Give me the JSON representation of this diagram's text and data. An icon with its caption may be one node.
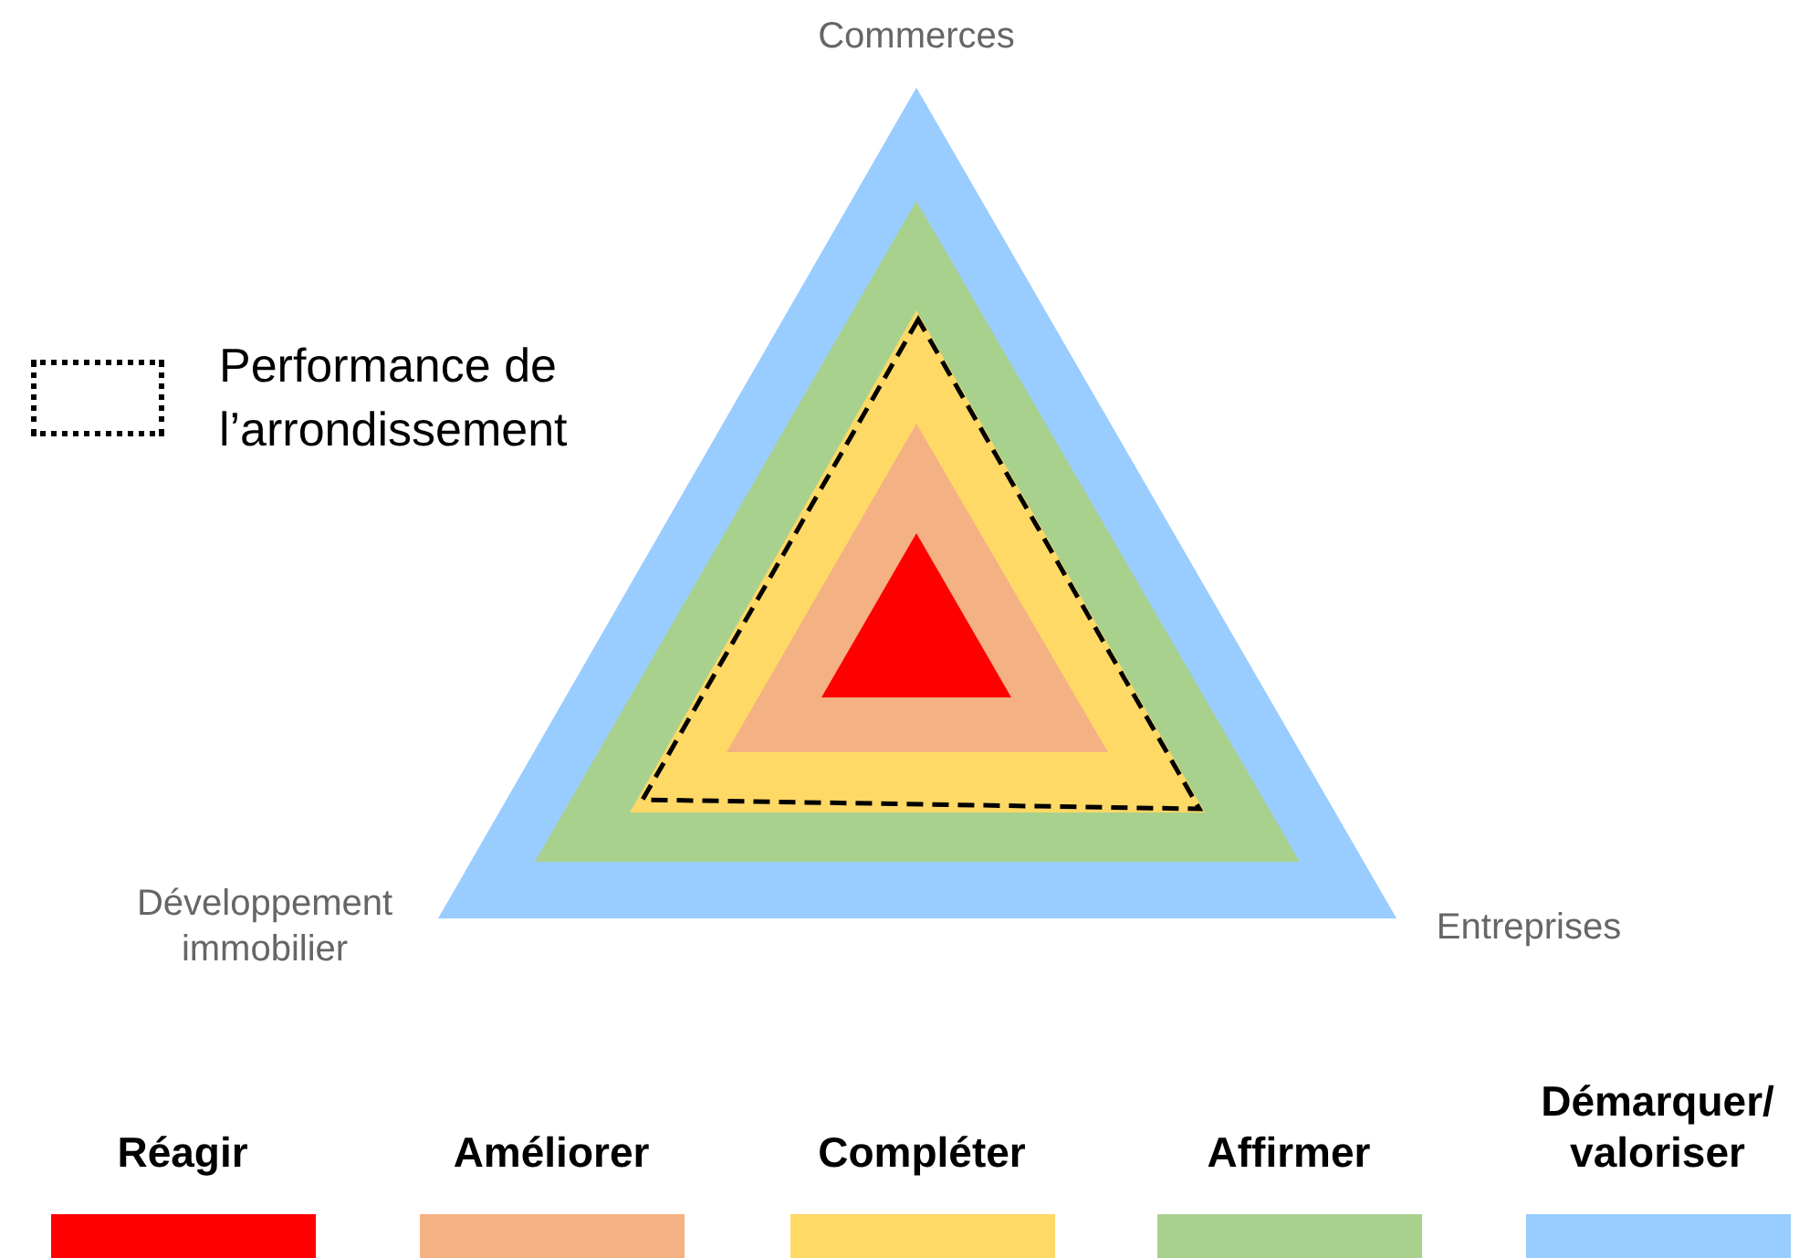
{
  "diagram": {
    "labels": [
      "Commerces",
      "Développement immobilier",
      "Entreprises"
    ],
    "legend": [
      {
        "text": "Performance de l’arrondissement"
      },
      {
        "text": "Réagir",
        "color": "#ff0000"
      },
      {
        "text": "Améliorer",
        "color": "#f4b183"
      },
      {
        "text": "Compléter",
        "color": "#ffd966"
      },
      {
        "text": "Affirmer",
        "color": "#a9d18e"
      },
      {
        "text": "Démarquer/ valoriser",
        "color": "#99ccff"
      }
    ]
  }
}
